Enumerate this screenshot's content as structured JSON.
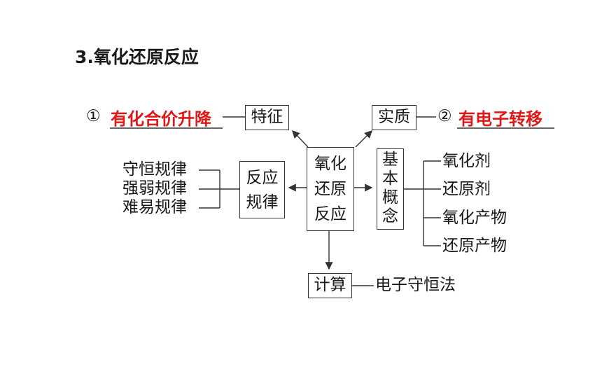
{
  "heading": "3.氧化还原反应",
  "center": {
    "line1": "氧化",
    "line2": "还原",
    "line3": "反应"
  },
  "feature": {
    "num": "①",
    "answer": "有化合价升降",
    "box": "特征"
  },
  "essence": {
    "box": "实质",
    "num": "②",
    "answer": "有电子转移"
  },
  "rules": {
    "box_line1": "反应",
    "box_line2": "规律",
    "items": [
      "守恒规律",
      "强弱规律",
      "难易规律"
    ]
  },
  "concepts": {
    "box": [
      "基",
      "本",
      "概",
      "念"
    ],
    "items": [
      "氧化剂",
      "还原剂",
      "氧化产物",
      "还原产物"
    ]
  },
  "calc": {
    "box": "计算",
    "method": "电子守恒法"
  },
  "colors": {
    "answer": "#e01818",
    "line": "#333333"
  }
}
